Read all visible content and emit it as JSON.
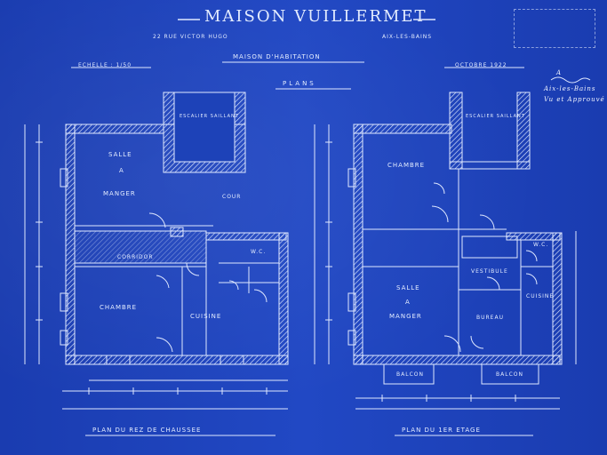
{
  "title": "MAISON VUILLERMET",
  "address": "22 RUE VICTOR HUGO",
  "town": "AIX-LES-BAINS",
  "subtitle": "MAISON D'HABITATION",
  "scale": "ECHELLE : 1/50",
  "date": "OCTOBRE 1922",
  "plans_label": "PLANS",
  "left_plan": {
    "caption": "PLAN DU REZ DE CHAUSSEE",
    "rooms": [
      "SALLE",
      "A",
      "MANGER",
      "CUISINE",
      "CHAMBRE",
      "W.C.",
      "COUR",
      "ESCALIER SAILLANT"
    ],
    "corridor": "CORRIDOR"
  },
  "right_plan": {
    "caption": "PLAN DU 1ER ETAGE",
    "rooms": [
      "CHAMBRE",
      "SALLE",
      "A",
      "MANGER",
      "BUREAU",
      "CUISINE",
      "VESTIBULE",
      "W.C.",
      "BALCON",
      "BALCON",
      "ESCALIER SAILLANT"
    ]
  },
  "side_note": [
    "A",
    "Aix-les-Bains",
    "Vu et Approuvé"
  ],
  "colors": {
    "paper": "#1b3fb5",
    "ink": "#dbe6ff",
    "wall_hatch": "#e8eeff"
  }
}
